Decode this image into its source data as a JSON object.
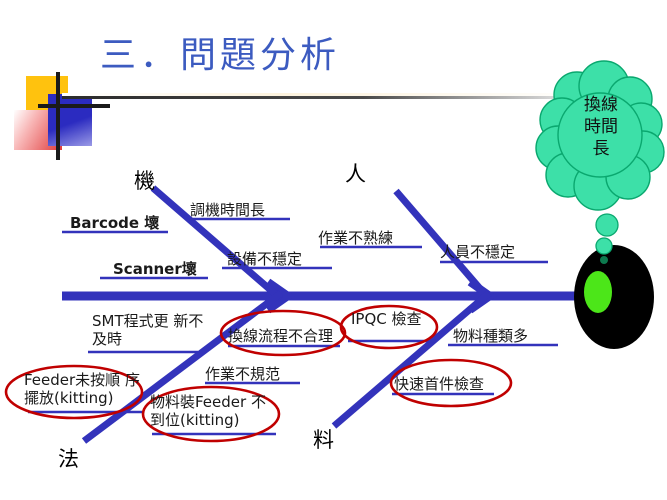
{
  "slide": {
    "title": "三．問題分析",
    "background_color": "#ffffff",
    "title_color": "#3C5BC0"
  },
  "decoration": {
    "name": "corner-motif",
    "yellow": "#FFC20E",
    "blue": "#2B2BC0",
    "red": "#E03A3A",
    "bar": "#1a1a1a"
  },
  "effect": {
    "cloud_text": "換線\n時間\n長",
    "cloud_color": "#3DE0A8",
    "head_color": "#000000",
    "eye_color": "#4CE619"
  },
  "colors": {
    "spine": "#3333BB",
    "branch": "#3333BB",
    "underline": "#3333BB",
    "highlight_circle": "#C00000"
  },
  "fishbone": {
    "type": "ishikawa",
    "categories": [
      {
        "id": "machine",
        "label": "機",
        "position": "top-left",
        "causes": [
          {
            "text": "調機時間長",
            "side": "right",
            "bold": false,
            "circled": false
          },
          {
            "text": "設備不穩定",
            "side": "right",
            "bold": false,
            "circled": false
          },
          {
            "text": "Barcode 壞",
            "side": "left",
            "bold": true,
            "circled": false
          },
          {
            "text": "Scanner壞",
            "side": "left",
            "bold": true,
            "circled": false
          }
        ]
      },
      {
        "id": "man",
        "label": "人",
        "position": "top-right",
        "causes": [
          {
            "text": "作業不熟練",
            "side": "left",
            "bold": false,
            "circled": false
          },
          {
            "text": "人員不穩定",
            "side": "right",
            "bold": false,
            "circled": false
          }
        ]
      },
      {
        "id": "method",
        "label": "法",
        "position": "bottom-left",
        "causes": [
          {
            "text": "SMT程式更\n新不及時",
            "side": "left",
            "bold": false,
            "circled": false
          },
          {
            "text": "Feeder未按順\n序擺放(kitting)",
            "side": "left",
            "bold": false,
            "circled": true
          },
          {
            "text": "換線流程不合理",
            "side": "right",
            "bold": false,
            "circled": true
          },
          {
            "text": "作業不規范",
            "side": "right",
            "bold": false,
            "circled": false
          },
          {
            "text": "物料裝Feeder\n不到位(kitting)",
            "side": "right",
            "bold": false,
            "circled": true
          }
        ]
      },
      {
        "id": "material",
        "label": "料",
        "position": "bottom-right",
        "causes": [
          {
            "text": "IPQC 檢查",
            "side": "left",
            "bold": false,
            "circled": true
          },
          {
            "text": "快速首件檢查",
            "side": "left",
            "bold": false,
            "circled": true
          },
          {
            "text": "物料種類多",
            "side": "right",
            "bold": false,
            "circled": false
          }
        ]
      }
    ]
  },
  "labels": {
    "machine_head": "機",
    "man_head": "人",
    "method_head": "法",
    "material_head": "料",
    "tiaoji": "調機時間長",
    "shebei": "設備不穩定",
    "barcode": "Barcode 壞",
    "scanner": "Scanner壞",
    "zuoye_bushulian": "作業不熟練",
    "renyuan": "人員不穩定",
    "smt": "SMT程式更\n新不及時",
    "feeder_order": "Feeder未按順\n序擺放(kitting)",
    "huanxian": "換線流程不合理",
    "zuoye_buguifan": "作業不規范",
    "wuliao_feeder": "物料裝Feeder\n不到位(kitting)",
    "ipqc": "IPQC 檢查",
    "kuaisu": "快速首件檢查",
    "wuliao_zhonglei": "物料種類多"
  }
}
